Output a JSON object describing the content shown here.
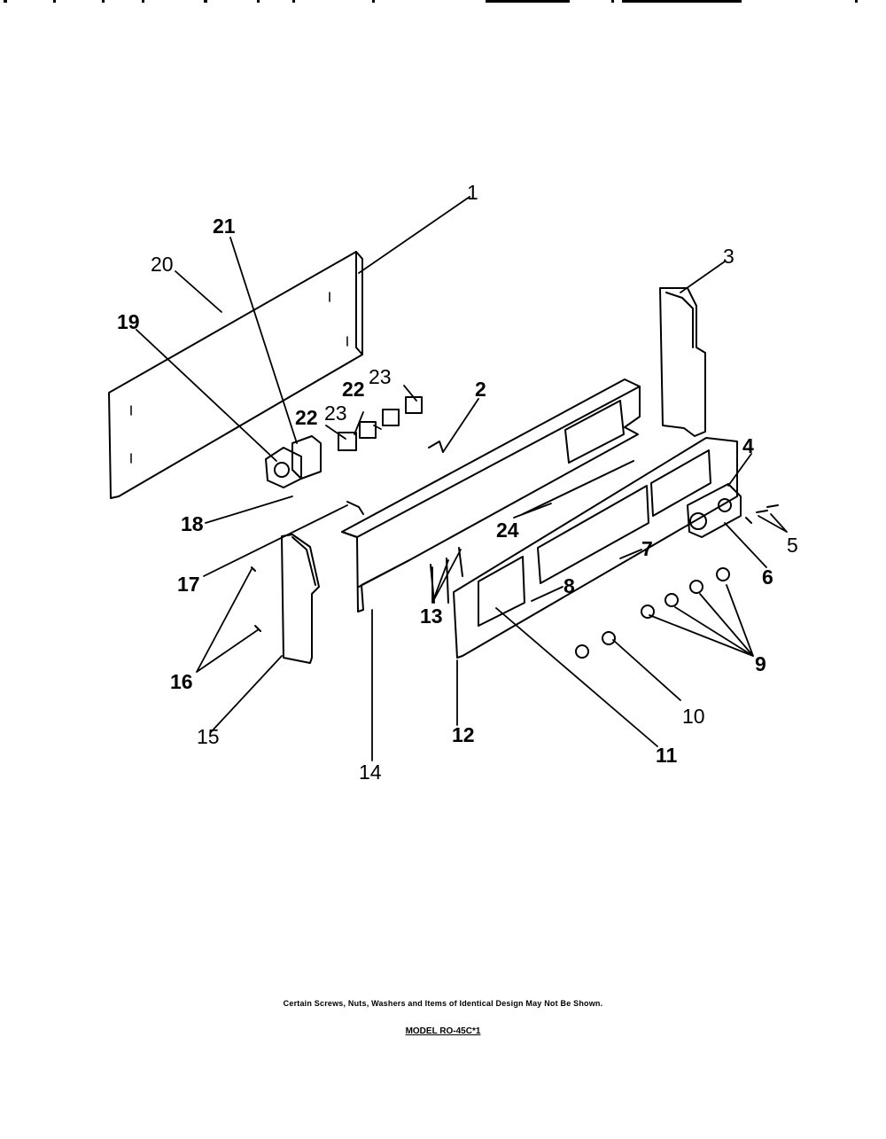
{
  "diagram": {
    "callouts": [
      "1",
      "2",
      "3",
      "4",
      "5",
      "6",
      "7",
      "8",
      "9",
      "10",
      "11",
      "12",
      "13",
      "14",
      "15",
      "16",
      "17",
      "18",
      "19",
      "20",
      "21",
      "22",
      "22",
      "23",
      "23",
      "24"
    ],
    "footnote": "Certain Screws, Nuts, Washers and Items of Identical Design May Not Be Shown.",
    "model": "MODEL RO-45C*1"
  }
}
